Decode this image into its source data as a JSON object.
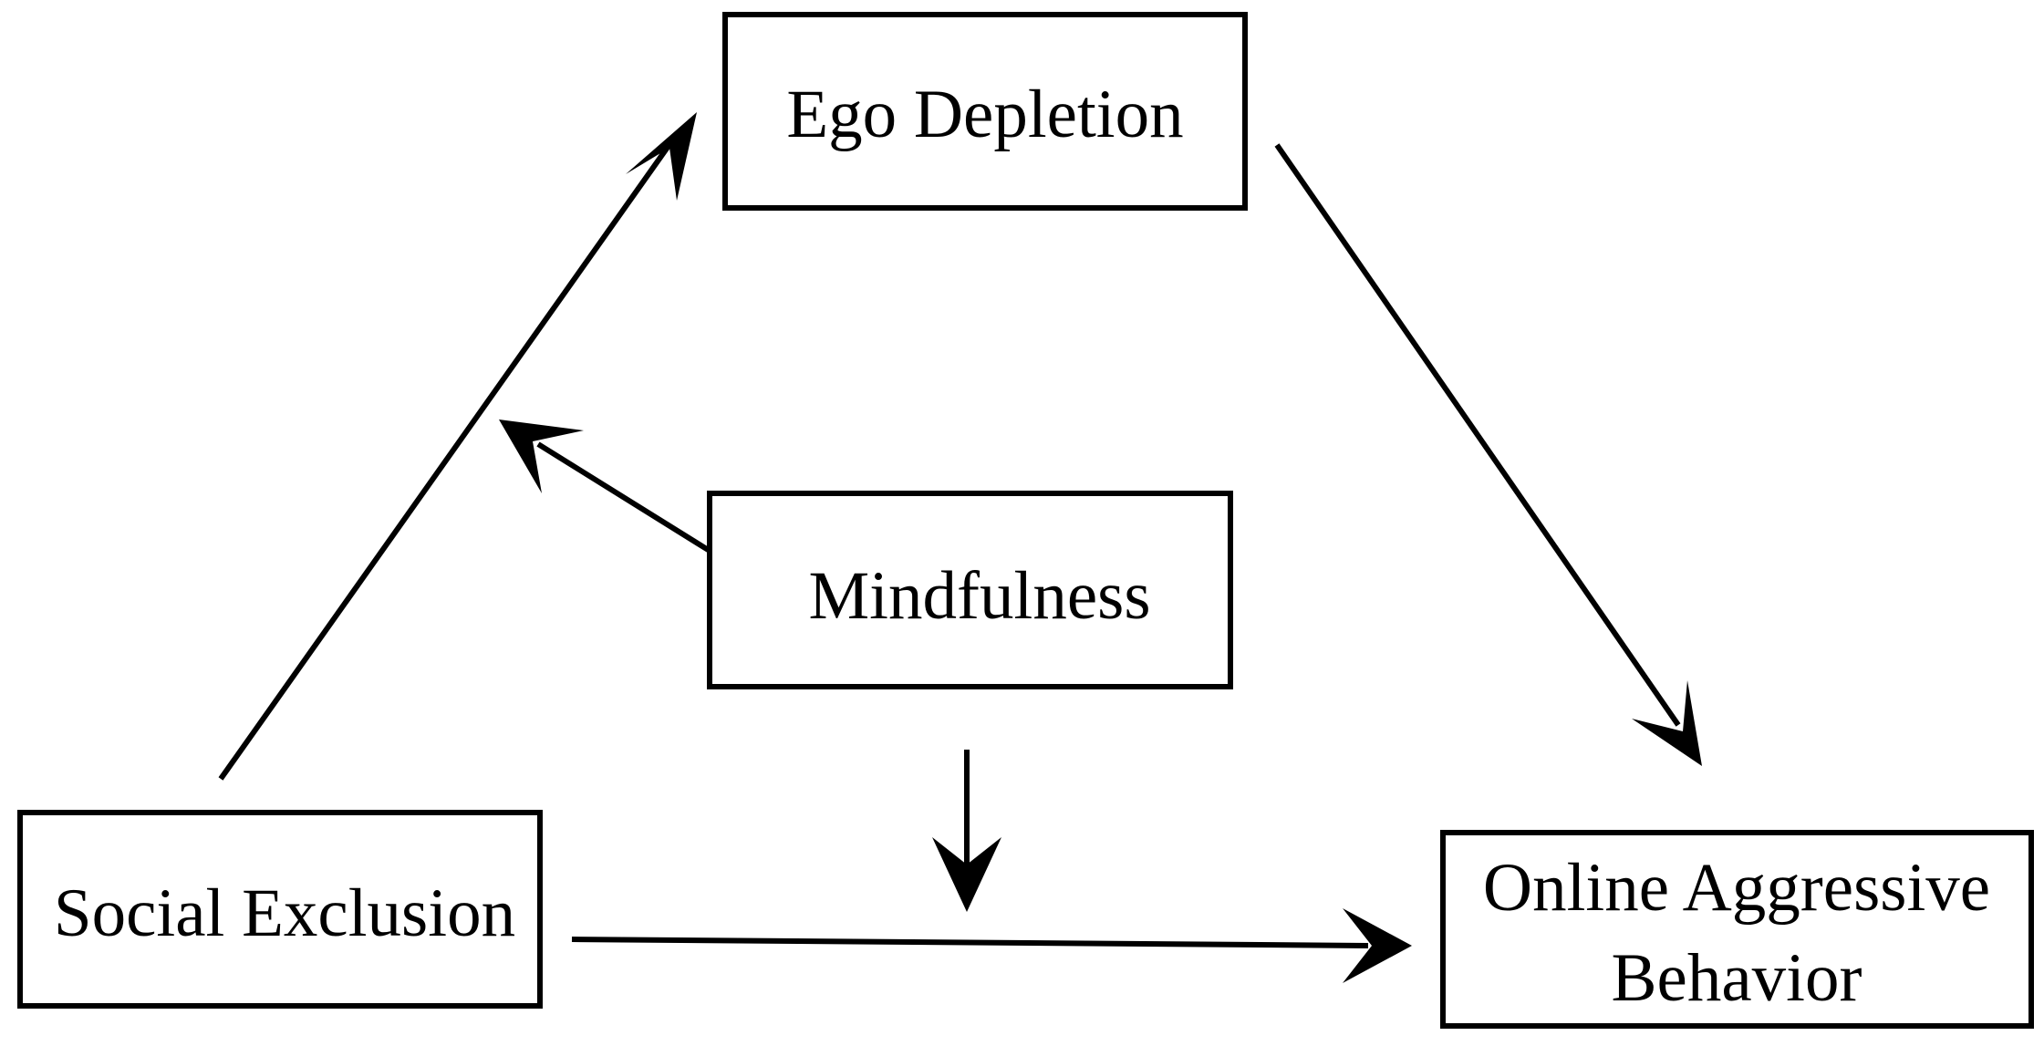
{
  "nodes": {
    "ego_depletion": "Ego Depletion",
    "mindfulness": "Mindfulness",
    "social_exclusion": "Social Exclusion",
    "online_aggressive_behavior": [
      "Online Aggressive",
      "Behavior"
    ]
  },
  "edges": [
    {
      "from": "social_exclusion",
      "to": "ego_depletion"
    },
    {
      "from": "ego_depletion",
      "to": "online_aggressive_behavior"
    },
    {
      "from": "social_exclusion",
      "to": "online_aggressive_behavior"
    },
    {
      "from": "mindfulness",
      "to": "social_exclusion_to_ego_depletion_path"
    },
    {
      "from": "mindfulness",
      "to": "social_exclusion_to_online_aggressive_behavior_path"
    }
  ]
}
